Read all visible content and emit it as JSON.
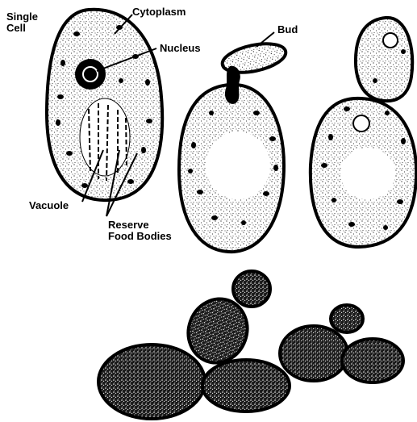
{
  "labels": {
    "single_cell": "Single\nCell",
    "cytoplasm": "Cytoplasm",
    "nucleus": "Nucleus",
    "bud": "Bud",
    "vacuole": "Vacuole",
    "reserve_food_bodies": "Reserve\nFood Bodies"
  },
  "colors": {
    "ink": "#000000",
    "background": "#ffffff"
  }
}
